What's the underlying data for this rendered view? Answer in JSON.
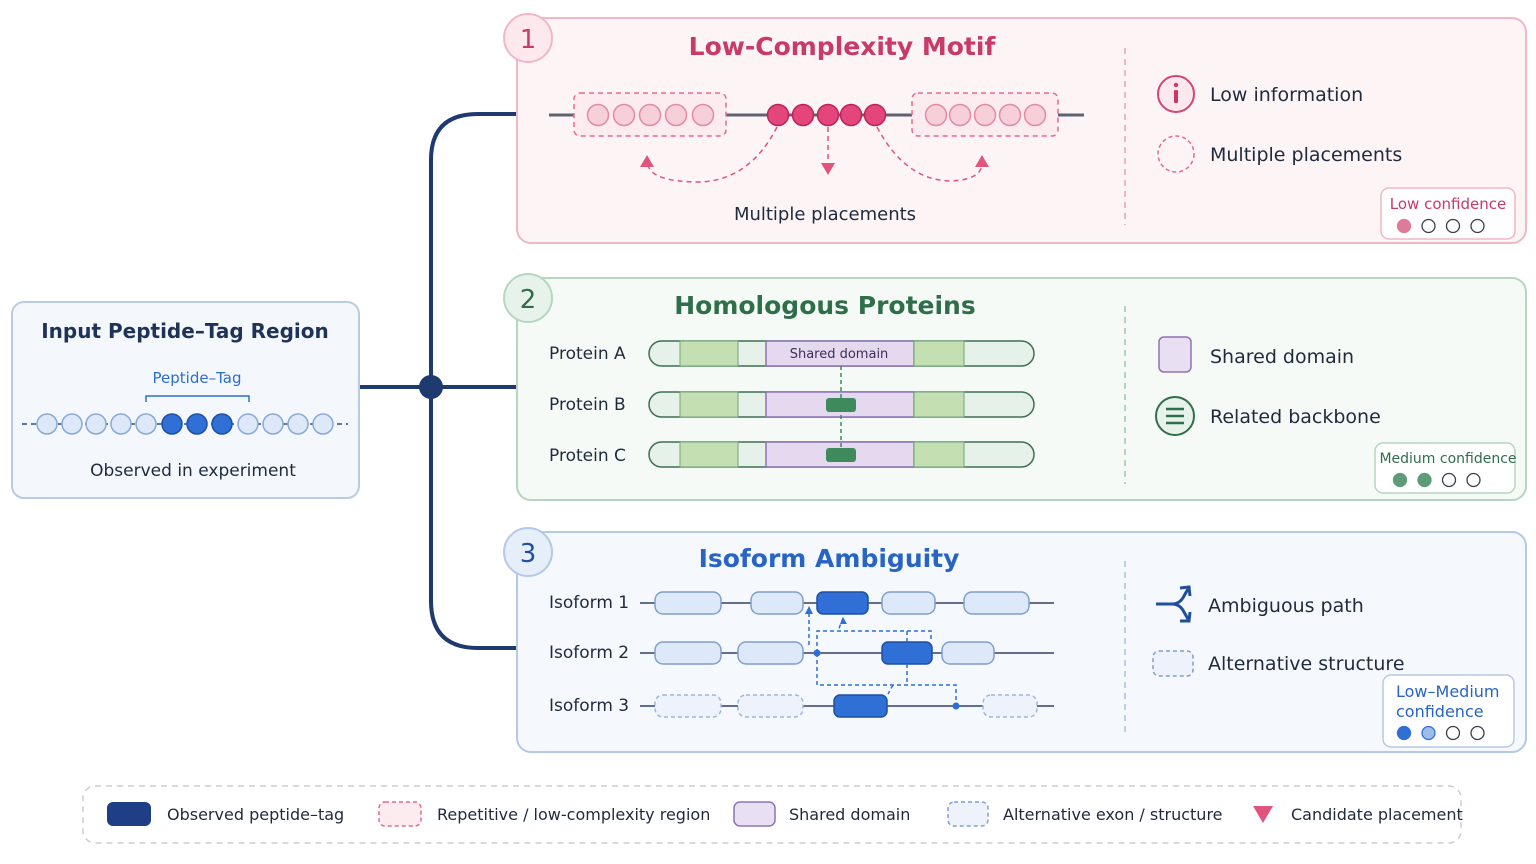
{
  "input": {
    "title": "Input Peptide–Tag Region",
    "tag_label": "Peptide–Tag",
    "caption": "Observed in experiment"
  },
  "panels": [
    {
      "number": "1",
      "title": "Low-Complexity Motif",
      "caption": "Multiple placements",
      "legend": [
        {
          "icon": "info-icon",
          "label": "Low information"
        },
        {
          "icon": "dashed-circle-icon",
          "label": "Multiple placements"
        }
      ],
      "confidence": {
        "label": "Low confidence",
        "level": 1,
        "max": 4
      },
      "colors": {
        "accent": "#d4456f",
        "title": "#c93a66",
        "border": "#f0b7c6",
        "fill": "#fdf4f6"
      }
    },
    {
      "number": "2",
      "title": "Homologous Proteins",
      "rows": [
        "Protein A",
        "Protein B",
        "Protein C"
      ],
      "shared_domain_label": "Shared domain",
      "legend": [
        {
          "icon": "domain-square-icon",
          "label": "Shared domain"
        },
        {
          "icon": "menu-circle-icon",
          "label": "Related backbone"
        }
      ],
      "confidence": {
        "label": "Medium confidence",
        "level": 2,
        "max": 4
      },
      "colors": {
        "accent": "#3f8f63",
        "title": "#2f6e4a",
        "border": "#b5d6bf",
        "fill": "#f6faf6"
      }
    },
    {
      "number": "3",
      "title": "Isoform Ambiguity",
      "rows": [
        "Isoform 1",
        "Isoform 2",
        "Isoform 3"
      ],
      "legend": [
        {
          "icon": "branch-arrow-icon",
          "label": "Ambiguous path"
        },
        {
          "icon": "dashed-box-icon",
          "label": "Alternative structure"
        }
      ],
      "confidence": {
        "label_line1": "Low–Medium",
        "label_line2": "confidence",
        "level": 2,
        "max": 4
      },
      "colors": {
        "accent": "#2f6fd6",
        "title": "#2764c4",
        "border": "#b4c9e6",
        "fill": "#f5f9fd"
      }
    }
  ],
  "legend": [
    {
      "icon": "observed-tag-swatch",
      "label": "Observed peptide–tag"
    },
    {
      "icon": "repetitive-region-swatch",
      "label": "Repetitive / low-complexity region"
    },
    {
      "icon": "shared-domain-swatch",
      "label": "Shared domain"
    },
    {
      "icon": "alt-exon-swatch",
      "label": "Alternative exon / structure"
    },
    {
      "icon": "candidate-triangle-icon",
      "label": "Candidate placement"
    }
  ],
  "colors": {
    "navy": "#1e3a6e",
    "text": "#1f2a3d"
  }
}
